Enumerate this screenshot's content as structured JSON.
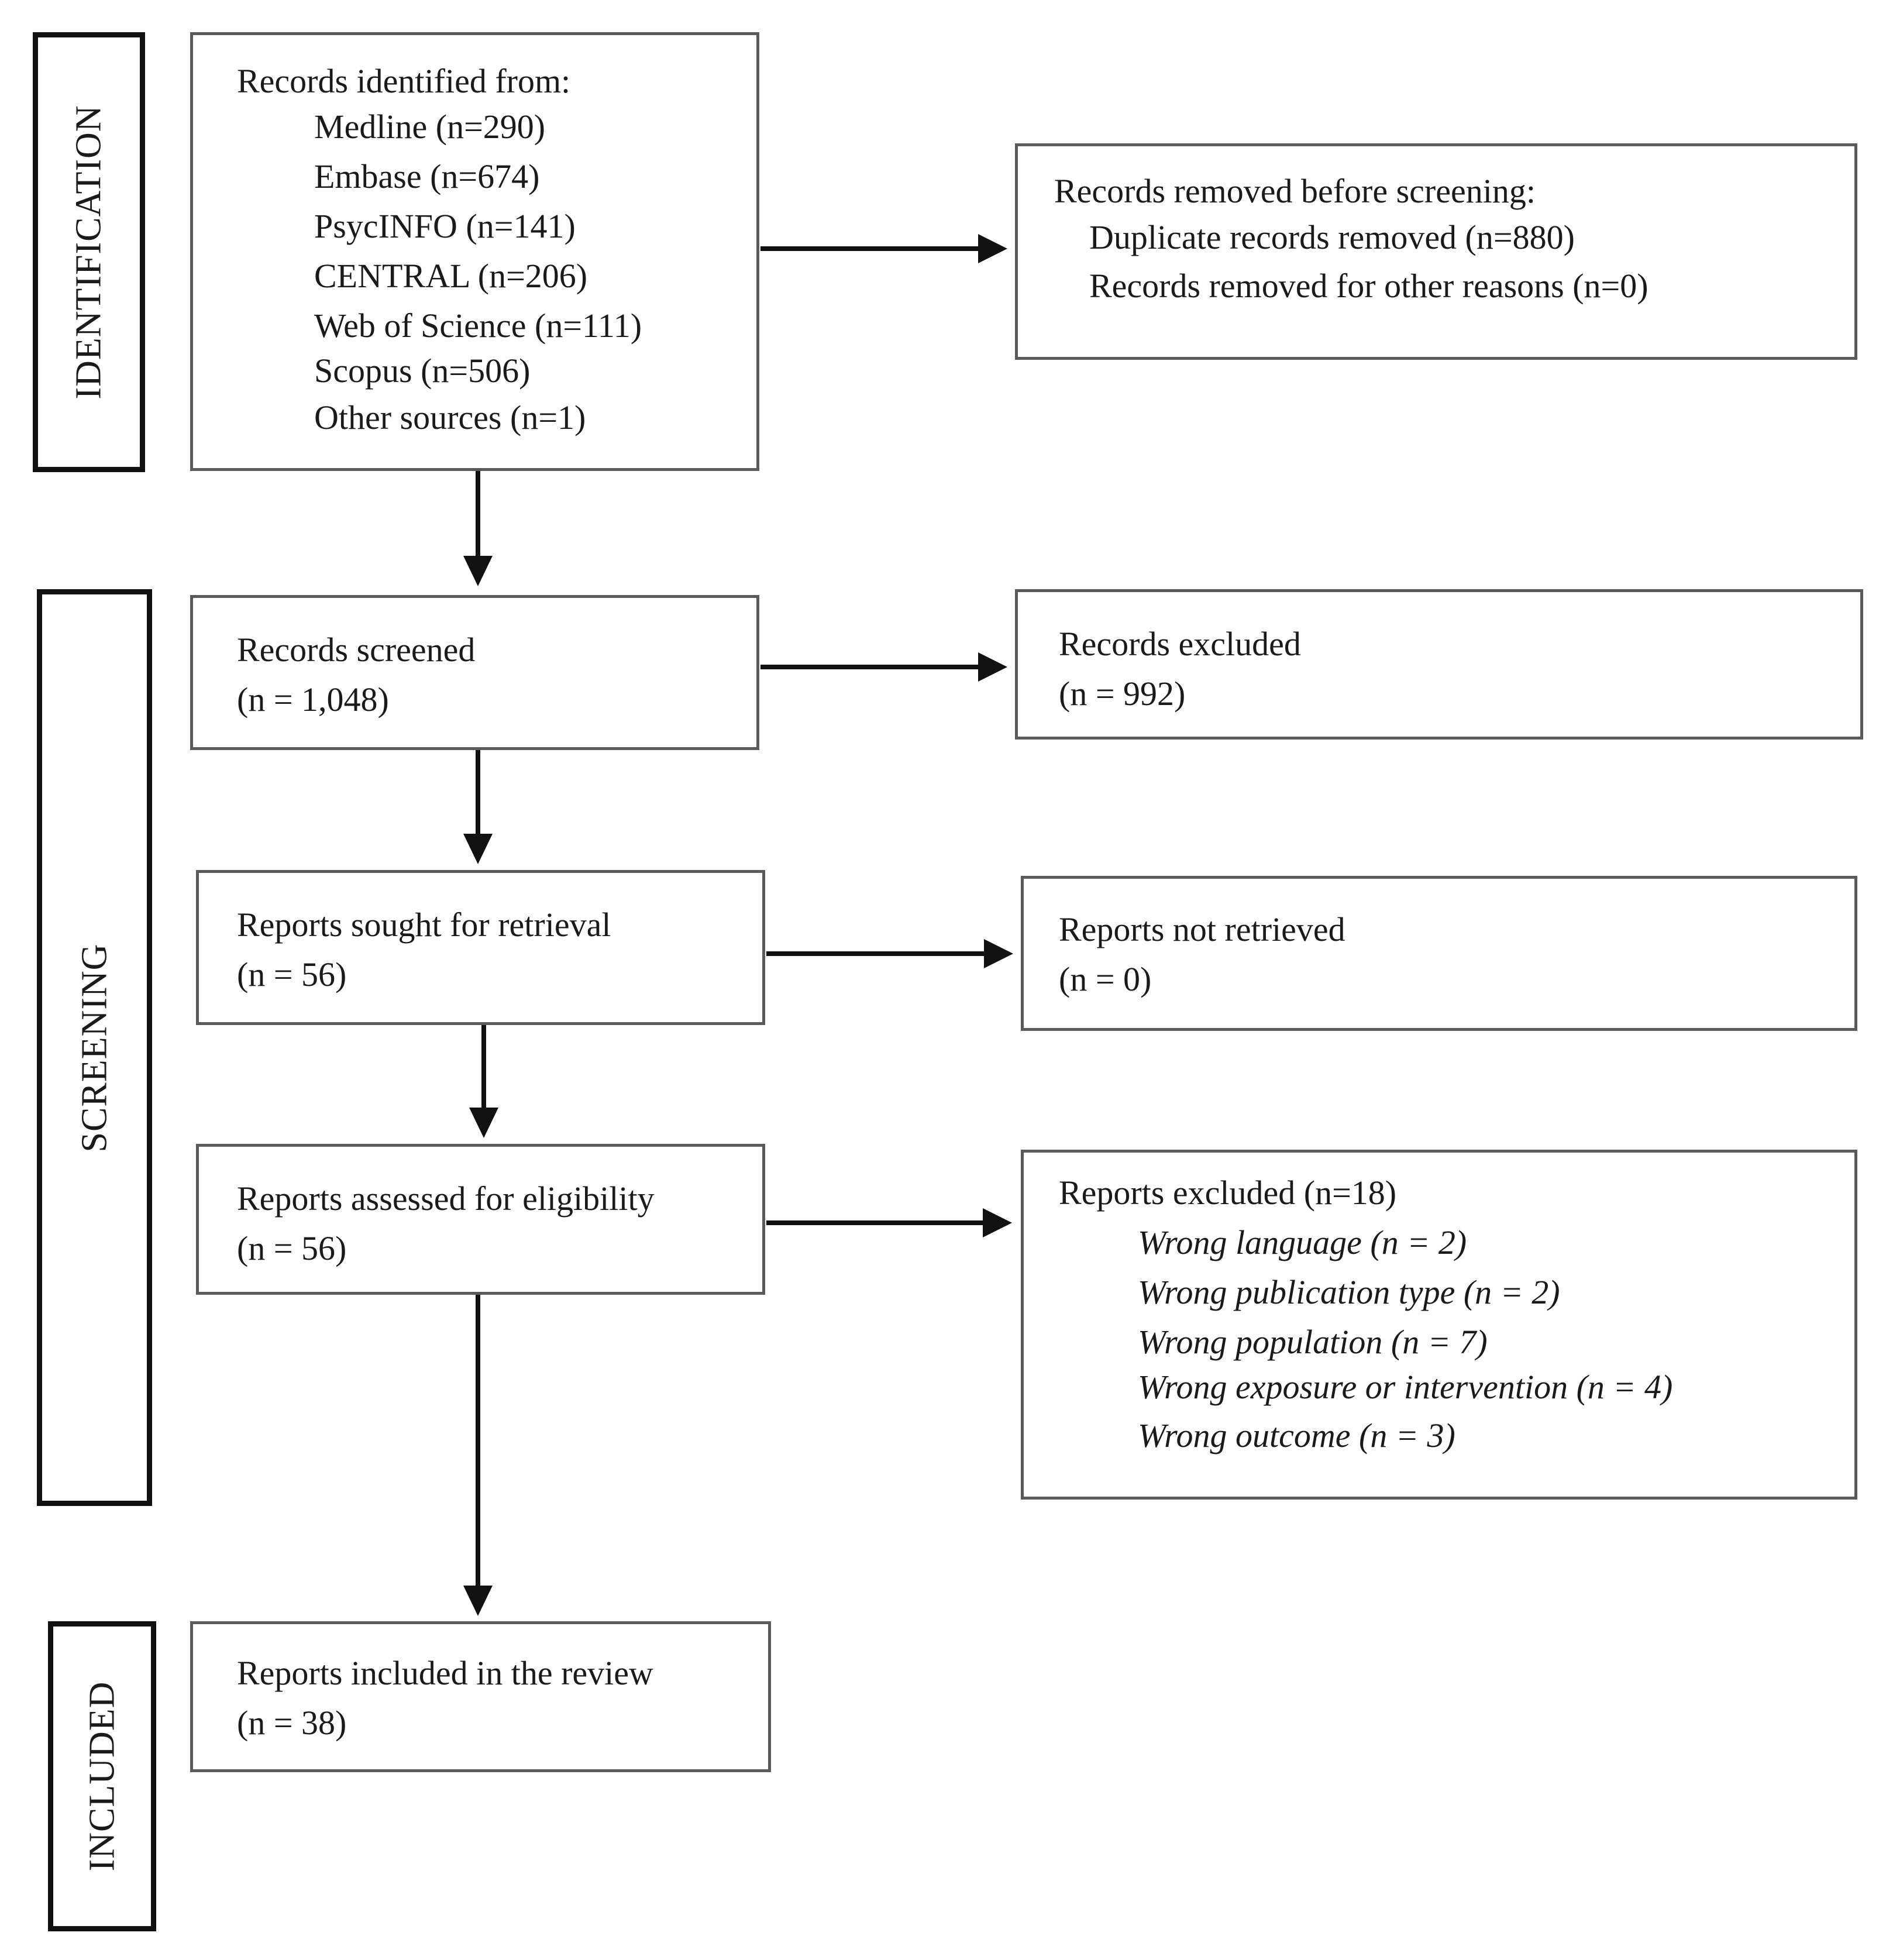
{
  "stages": {
    "identification": "IDENTIFICATION",
    "screening": "SCREENING",
    "included": "INCLUDED"
  },
  "identified": {
    "heading": "Records identified from:",
    "sources": [
      "Medline (n=290)",
      "Embase (n=674)",
      "PsycINFO (n=141)",
      "CENTRAL (n=206)",
      "Web of Science (n=111)",
      "Scopus (n=506)",
      "Other sources (n=1)"
    ]
  },
  "removed": {
    "heading": "Records removed before screening:",
    "items": [
      "Duplicate records removed (n=880)",
      "Records removed for other reasons (n=0)"
    ]
  },
  "screened": {
    "label": "Records screened",
    "count": "(n = 1,048)"
  },
  "excluded": {
    "label": "Records excluded",
    "count": "(n = 992)"
  },
  "sought": {
    "label": "Reports sought for retrieval",
    "count": "(n = 56)"
  },
  "not_retrieved": {
    "label": "Reports not retrieved",
    "count": "(n = 0)"
  },
  "assessed": {
    "label": "Reports assessed for eligibility",
    "count": "(n = 56)"
  },
  "reports_excluded": {
    "heading": "Reports excluded (n=18)",
    "reasons": [
      "Wrong language (n = 2)",
      "Wrong publication type (n = 2)",
      "Wrong population (n = 7)",
      "Wrong exposure or intervention (n = 4)",
      "Wrong outcome (n = 3)"
    ]
  },
  "included": {
    "label": "Reports included in the review",
    "count": "(n = 38)"
  }
}
